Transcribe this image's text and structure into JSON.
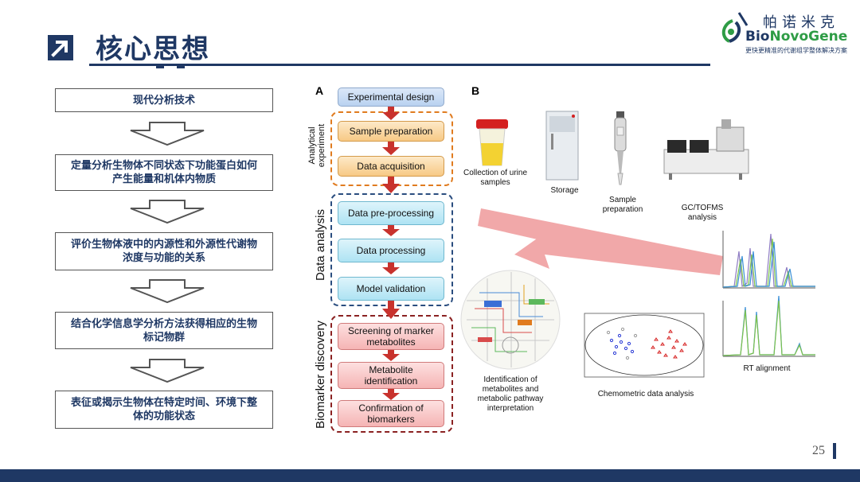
{
  "header": {
    "title": "核心思想"
  },
  "logo": {
    "cn": "帕诺米克",
    "en_part1": "Bio",
    "en_part2": "NovoGene",
    "tagline": "更快更精准的代谢组学整体解决方案"
  },
  "left_flow": [
    "现代分析技术",
    "定量分析生物体不同状态下功能蛋白如何产生能量和机体内物质",
    "评价生物体液中的内源性和外源性代谢物浓度与功能的关系",
    "结合化学信息学分析方法获得相应的生物标记物群",
    "表征或揭示生物体在特定时间、环境下整体的功能状态"
  ],
  "panel_a": {
    "label": "A",
    "steps": [
      "Experimental design",
      "Sample preparation",
      "Data acquisition",
      "Data pre-processing",
      "Data processing",
      "Model validation",
      "Screening of marker metabolites",
      "Metabolite identification",
      "Confirmation of biomarkers"
    ],
    "groups": [
      "Analytical experiment",
      "Data analysis",
      "Biomarker discovery"
    ]
  },
  "panel_b": {
    "label": "B",
    "captions": {
      "urine": "Collection of urine samples",
      "storage": "Storage",
      "sample_prep": "Sample preparation",
      "gc": "GC/TOFMS analysis",
      "rt": "RT alignment",
      "chemometric": "Chemometric data analysis",
      "identification": "Identification of metabolites and metabolic pathway interpretation"
    }
  },
  "page": {
    "number": "25"
  },
  "colors": {
    "primary": "#1f3864",
    "orange": "#e07b1f",
    "blue": "#2a4d7f",
    "red": "#8b2222",
    "arrow_red": "#c8322d",
    "big_arrow": "#ef9ea0"
  }
}
